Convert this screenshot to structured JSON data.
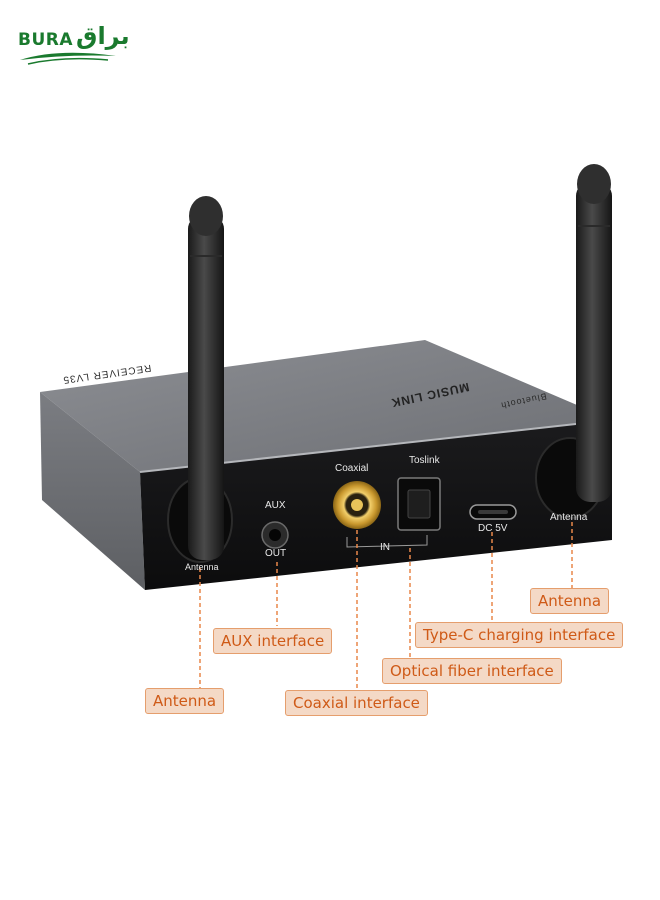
{
  "logo": {
    "latin": "BURA",
    "arabic": "براق",
    "brand_color": "#1a7a2e"
  },
  "device": {
    "top_text_left": "RECEIVER LV35",
    "top_text_right": "MUSIC LINK",
    "top_text_bt": "Bluetooth",
    "labels": {
      "aux": "AUX",
      "out": "OUT",
      "coaxial": "Coaxial",
      "toslink": "Toslink",
      "in": "IN",
      "dc": "DC 5V",
      "antenna_left": "Antenna",
      "antenna_right": "Antenna"
    }
  },
  "callouts": {
    "antenna_right": "Antenna",
    "typec": "Type-C charging interface",
    "aux": "AUX interface",
    "optical": "Optical fiber interface",
    "antenna_left": "Antenna",
    "coaxial": "Coaxial interface"
  },
  "colors": {
    "callout_text": "#cf5a17",
    "callout_bg": "#f4d9c6",
    "leader_line": "#e8874a"
  }
}
